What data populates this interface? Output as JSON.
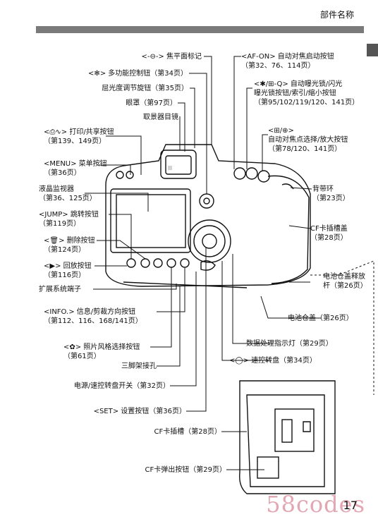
{
  "header": {
    "title": "部件名称"
  },
  "page_number": "17",
  "watermark": "58codes",
  "labels": {
    "focus_mark": "<-⊖-> 焦平面标记",
    "multi_controller": "<✻> 多功能控制钮（第34页）",
    "diopter": "屈光度调节旋钮（第35页）",
    "eyecup": "眼罩（第97页）",
    "eyepiece": "取景器目镜",
    "print_share": "<⎙∿> 打印/共享按钮\n（第139、149页）",
    "menu": "<MENU> 菜单按钮\n（第36页）",
    "lcd": "液晶监视器\n（第36、125页）",
    "jump": "<JUMP> 跳转按钮\n（第119页）",
    "delete": "<🗑> 删除按钮\n（第124页）",
    "play": "<▶> 回放按钮\n（第116页）",
    "ext_terminal": "扩展系统端子",
    "info": "<INFO.> 信息/剪裁方向按钮\n（第112、116、168/141页）",
    "picture_style": "<✿> 照片风格选择按钮\n（第61页）",
    "tripod": "三脚架接孔",
    "power_switch": "电源/速控转盘开关（第32页）",
    "set": "<SET> 设置按钮（第36页）",
    "cf_slot": "CF卡插槽（第28页）",
    "cf_eject": "CF卡弹出按钮（第29页）",
    "af_on": "<AF-ON> 自动对焦启动按钮\n（第32、76、114页）",
    "ae_lock": "<✱/⊞-Q> 自动曝光锁/闪光\n曝光锁按钮/索引/缩小按钮\n（第95/102/119/120、141页）",
    "af_point": "<⊞/⊕> \n自动对焦点选择/放大按钮\n（第78/120、141页）",
    "strap": "背带环\n（第23页）",
    "cf_cover": "CF卡插槽盖\n（第28页）",
    "battery_release": "电池仓盖释放\n杆（第26页）",
    "battery_cover": "电池仓盖（第26页）",
    "access_lamp": "数据处理指示灯（第29页）",
    "quick_dial": "<◯> 速控转盘（第34页）"
  }
}
